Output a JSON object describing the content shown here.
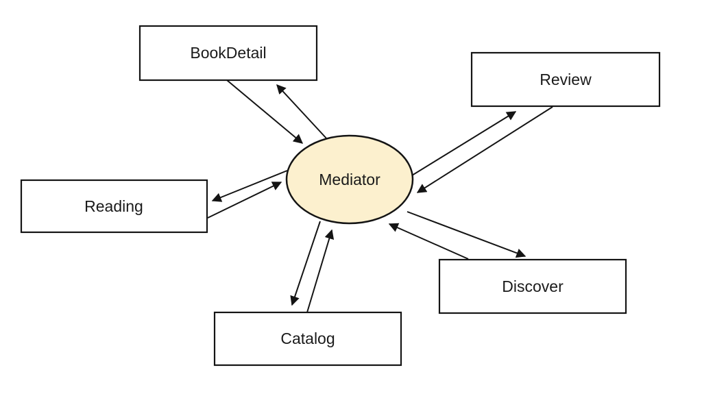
{
  "diagram": {
    "nodes": [
      {
        "id": "mediator",
        "label": "Mediator",
        "shape": "ellipse"
      },
      {
        "id": "bookdetail",
        "label": "BookDetail",
        "shape": "rect"
      },
      {
        "id": "review",
        "label": "Review",
        "shape": "rect"
      },
      {
        "id": "reading",
        "label": "Reading",
        "shape": "rect"
      },
      {
        "id": "discover",
        "label": "Discover",
        "shape": "rect"
      },
      {
        "id": "catalog",
        "label": "Catalog",
        "shape": "rect"
      }
    ],
    "edges": [
      {
        "from": "bookdetail",
        "to": "mediator"
      },
      {
        "from": "mediator",
        "to": "bookdetail"
      },
      {
        "from": "mediator",
        "to": "review"
      },
      {
        "from": "review",
        "to": "mediator"
      },
      {
        "from": "mediator",
        "to": "reading"
      },
      {
        "from": "reading",
        "to": "mediator"
      },
      {
        "from": "mediator",
        "to": "catalog"
      },
      {
        "from": "catalog",
        "to": "mediator"
      },
      {
        "from": "mediator",
        "to": "discover"
      },
      {
        "from": "discover",
        "to": "mediator"
      }
    ],
    "colors": {
      "background": "#FFFFFF",
      "node_fill": "#FFFFFF",
      "mediator_fill": "#FCF0CE",
      "stroke": "#141414",
      "text": "#1A1A1A"
    }
  }
}
